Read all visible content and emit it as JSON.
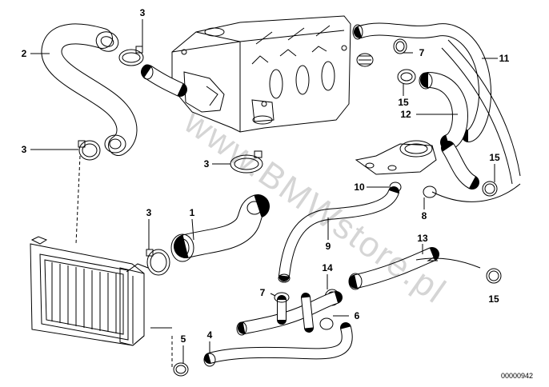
{
  "diagram": {
    "callouts": {
      "c1": "1",
      "c2": "2",
      "c3a": "3",
      "c3b": "3",
      "c3c": "3",
      "c3d": "3",
      "c4": "4",
      "c5": "5",
      "c6": "6",
      "c7a": "7",
      "c7b": "7",
      "c8": "8",
      "c9": "9",
      "c10": "10",
      "c11": "11",
      "c12": "12",
      "c13": "13",
      "c14": "14",
      "c15a": "15",
      "c15b": "15",
      "c15c": "15"
    },
    "diagram_number": "00000942",
    "watermark": "www.BMWstore.pl"
  }
}
